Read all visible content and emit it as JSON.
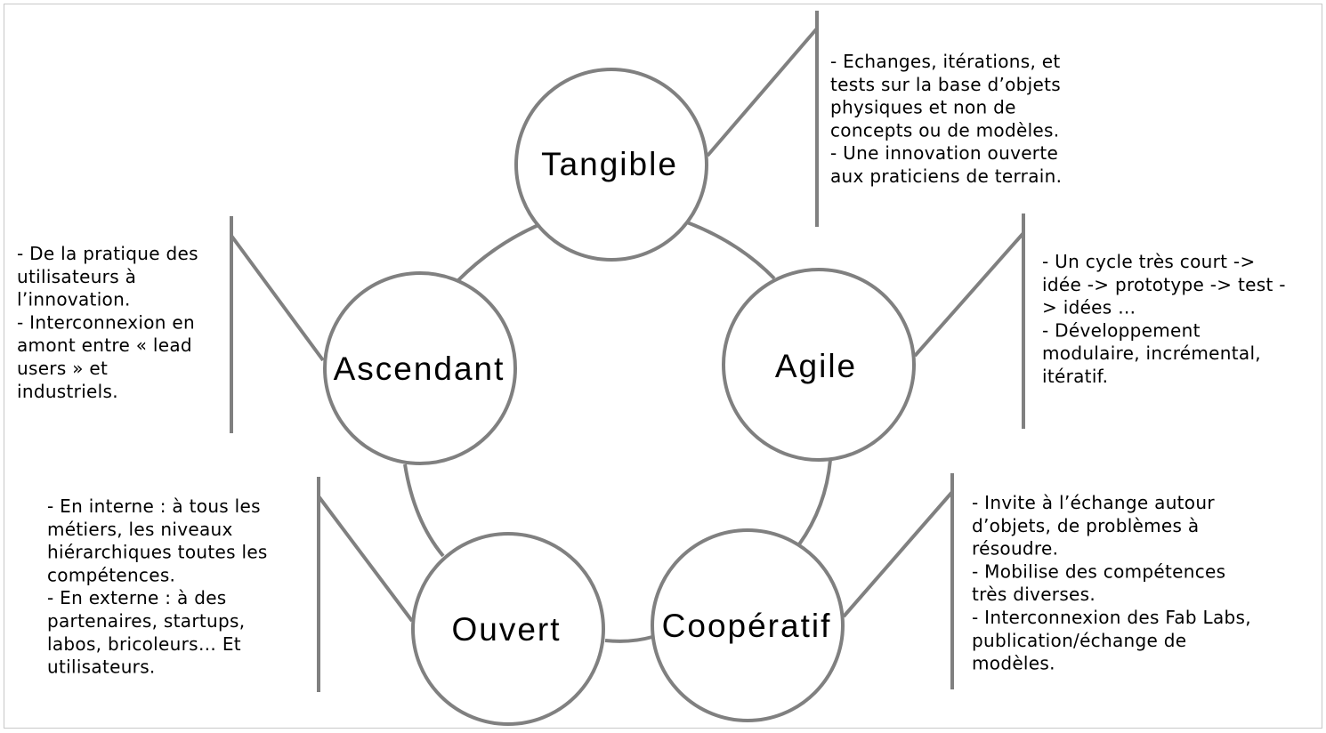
{
  "nodes": {
    "tangible": "Tangible",
    "agile": "Agile",
    "cooperatif": "Coopératif",
    "ouvert": "Ouvert",
    "ascendant": "Ascendant"
  },
  "descriptions": {
    "tangible": [
      "- Echanges, itérations, et",
      "tests sur la base d’objets",
      "physiques et non de",
      "concepts ou de modèles.",
      "- Une innovation ouverte",
      "aux praticiens de terrain."
    ],
    "agile": [
      "- Un cycle très court ->",
      "idée -> prototype -> test -",
      "> idées …",
      "- Développement",
      "modulaire, incrémental,",
      "itératif."
    ],
    "cooperatif": [
      "- Invite à l’échange autour",
      "d’objets, de problèmes à",
      "résoudre.",
      "- Mobilise des compétences",
      "très diverses.",
      "- Interconnexion des Fab Labs,",
      "publication/échange de",
      "modèles."
    ],
    "ascendant": [
      "- De la pratique des",
      "utilisateurs à",
      "l’innovation.",
      "- Interconnexion en",
      "amont entre « lead",
      "users » et",
      "industriels."
    ],
    "ouvert": [
      "- En interne : à tous les",
      "métiers, les niveaux",
      "hiérarchiques toutes les",
      "compétences.",
      "- En externe : à des",
      "partenaires, startups,",
      "labos, bricoleurs… Et",
      "utilisateurs."
    ]
  },
  "colors": {
    "stroke": "#808080",
    "text": "#000000"
  }
}
